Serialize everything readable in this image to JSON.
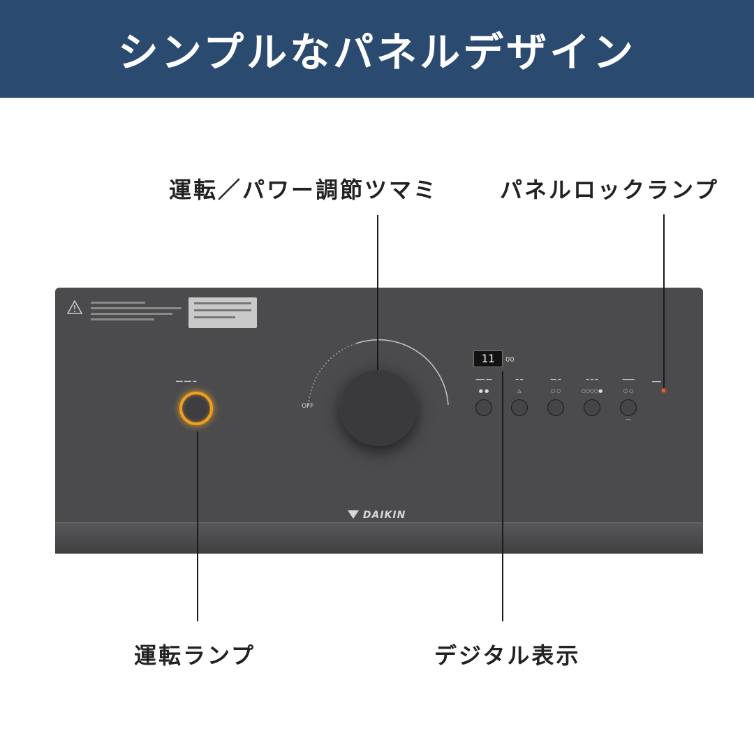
{
  "header": {
    "title": "シンプルなパネルデザイン"
  },
  "callouts": {
    "dial": "運転／パワー調節ツマミ",
    "panel_lock": "パネルロックランプ",
    "run_lamp": "運転ランプ",
    "digital": "デジタル表示"
  },
  "panel": {
    "dial_off_label": "OFF",
    "display_value": "11",
    "display_unit": "00",
    "brand": "DAIKIN"
  },
  "colors": {
    "banner": "#2a4a70",
    "panel": "#4b4b4d",
    "run_lamp": "#f0a020",
    "lock_lamp": "#ff5a2a"
  },
  "icons": {
    "warning": "warning-triangle-icon",
    "brand_logo": "daikin-logo-icon"
  }
}
